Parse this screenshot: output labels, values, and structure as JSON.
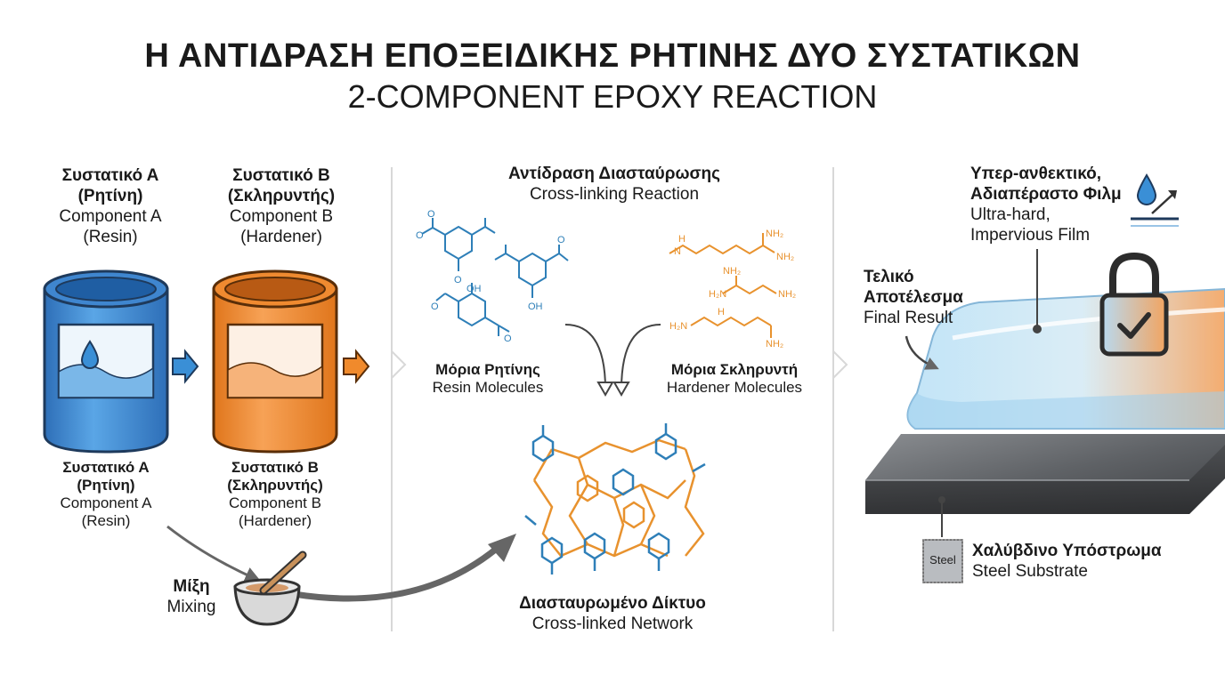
{
  "title": {
    "greek": "Η ΑΝΤΙΔΡΑΣΗ ΕΠΟΞΕΙΔΙΚΗΣ ΡΗΤΙΝΗΣ ΔΥΟ ΣΥΣΤΑΤΙΚΩΝ",
    "english": "2-COMPONENT EPOXY REACTION"
  },
  "components": {
    "a_top": {
      "gr1": "Συστατικό Α",
      "gr2": "(Ρητίνη)",
      "en1": "Component A",
      "en2": "(Resin)"
    },
    "b_top": {
      "gr1": "Συστατικό Β",
      "gr2": "(Σκληρυντής)",
      "en1": "Component B",
      "en2": "(Hardener)"
    },
    "a_bottom": {
      "gr1": "Συστατικό Α",
      "gr2": "(Ρητίνη)",
      "en1": "Component A",
      "en2": "(Resin)"
    },
    "b_bottom": {
      "gr1": "Συστατικό Β",
      "gr2": "(Σκληρυντής)",
      "en1": "Component B",
      "en2": "(Hardener)"
    },
    "mixing": {
      "gr": "Μίξη",
      "en": "Mixing"
    }
  },
  "reaction": {
    "title_gr": "Αντίδραση Διασταύρωσης",
    "title_en": "Cross-linking Reaction",
    "resin_gr": "Μόρια Ρητίνης",
    "resin_en": "Resin Molecules",
    "hardener_gr": "Μόρια Σκληρυντή",
    "hardener_en": "Hardener Molecules",
    "network_gr": "Διασταυρωμένο Δίκτυο",
    "network_en": "Cross-linked Network",
    "amine_label": "NH₂",
    "amine_h_label": "H₂N",
    "nh_label": "N",
    "oh_label": "OH"
  },
  "result": {
    "film_gr1": "Υπερ-ανθεκτικό,",
    "film_gr2": "Αδιαπέραστο Φιλμ",
    "film_en1": "Ultra-hard,",
    "film_en2": "Impervious Film",
    "final_gr1": "Τελικό",
    "final_gr2": "Αποτέλεσμα",
    "final_en": "Final Result",
    "substrate_gr": "Χαλύβδινο Υπόστρωμα",
    "substrate_en": "Steel Substrate",
    "steel_tag": "Steel"
  },
  "colors": {
    "resin_blue": "#3a8fd6",
    "hardener_orange": "#f08a2c",
    "dark_outline": "#333333",
    "molecule_blue": "#2e7fb8",
    "molecule_orange": "#e8922e"
  },
  "icons": [
    "water-drop-icon",
    "arrow-right-icon",
    "mixing-bowl-icon",
    "padlock-check-icon",
    "water-repel-icon",
    "steel-swatch-icon"
  ]
}
